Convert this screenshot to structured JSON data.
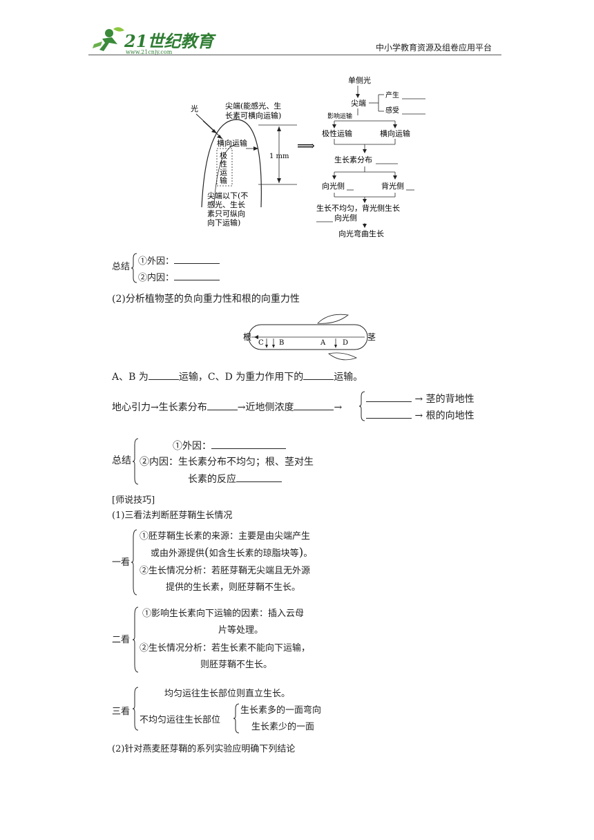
{
  "header": {
    "logo_text": "21世纪教育",
    "logo_url": "www.21cnjy.com",
    "platform": "中小学教育资源及组卷应用平台"
  },
  "fig1": {
    "light": "光",
    "tip": [
      "尖端(能感光、生",
      "长素可横向运输)"
    ],
    "lateral": "横向运输",
    "polar": [
      "极",
      "性",
      "运",
      "输"
    ],
    "dimension": "1 mm",
    "below": [
      "尖端以下(不",
      "感光、生长",
      "素只可纵向",
      "向下运输)"
    ],
    "arrow": "⟹",
    "flow": {
      "single_light": "单侧光",
      "tip": "尖端",
      "produce": "产生",
      "sense": "感受",
      "affect": "影响运输",
      "polar": "极性运输",
      "lateral": "横向运输",
      "distribution": "生长素分布",
      "light_side": "向光侧",
      "back_side": "背光侧",
      "uneven": "生长不均匀，背光侧生长",
      "toward": "向光侧",
      "bend": "向光弯曲生长"
    }
  },
  "summary1": {
    "label": "总结",
    "ext": "①外因：",
    "int": "②内因："
  },
  "q2_title": "(2)分析植物茎的负向重力性和根的向重力性",
  "fig2": {
    "root": "根",
    "stem": "茎",
    "C": "C",
    "B": "B",
    "A": "A",
    "D": "D"
  },
  "ab_line": {
    "p1": "A、B 为",
    "p2": "运输，C、D 为重力作用下的",
    "p3": "运输。"
  },
  "gravity_line": {
    "p1": "地心引力→生长素分布",
    "p2": "→近地侧浓度",
    "p3": "→",
    "r1": "→ 茎的背地性",
    "r2": "→ 根的向地性"
  },
  "summary2": {
    "label": "总结",
    "ext": "①外因：",
    "int1": "②内因：生长素分布不均匀；根、茎对生",
    "int2": "长素的反应"
  },
  "tips": {
    "heading": "[师说技巧]",
    "sub1": "(1)三看法判断胚芽鞘生长情况",
    "look1": {
      "label": "一看",
      "l1": "①胚芽鞘生长素的来源：主要是由尖端产生",
      "l2a": "或由外源提供",
      "l2b": "如含生长素的琼脂块等",
      "l2c": "。",
      "l3": "②生长情况分析：若胚芽鞘无尖端且无外源",
      "l4": "提供的生长素，则胚芽鞘不生长。"
    },
    "look2": {
      "label": "二看",
      "l1": "①影响生长素向下运输的因素：插入云母",
      "l2": "片等处理。",
      "l3": "②生长情况分析：若生长素不能向下运输，",
      "l4": "则胚芽鞘不生长。"
    },
    "look3": {
      "label": "三看",
      "l1": "均匀运往生长部位则直立生长。",
      "l2": "不均匀运往生长部位",
      "l3": "生长素多的一面弯向",
      "l4": "生长素少的一面"
    },
    "sub2": "(2)针对燕麦胚芽鞘的系列实验应明确下列结论"
  }
}
